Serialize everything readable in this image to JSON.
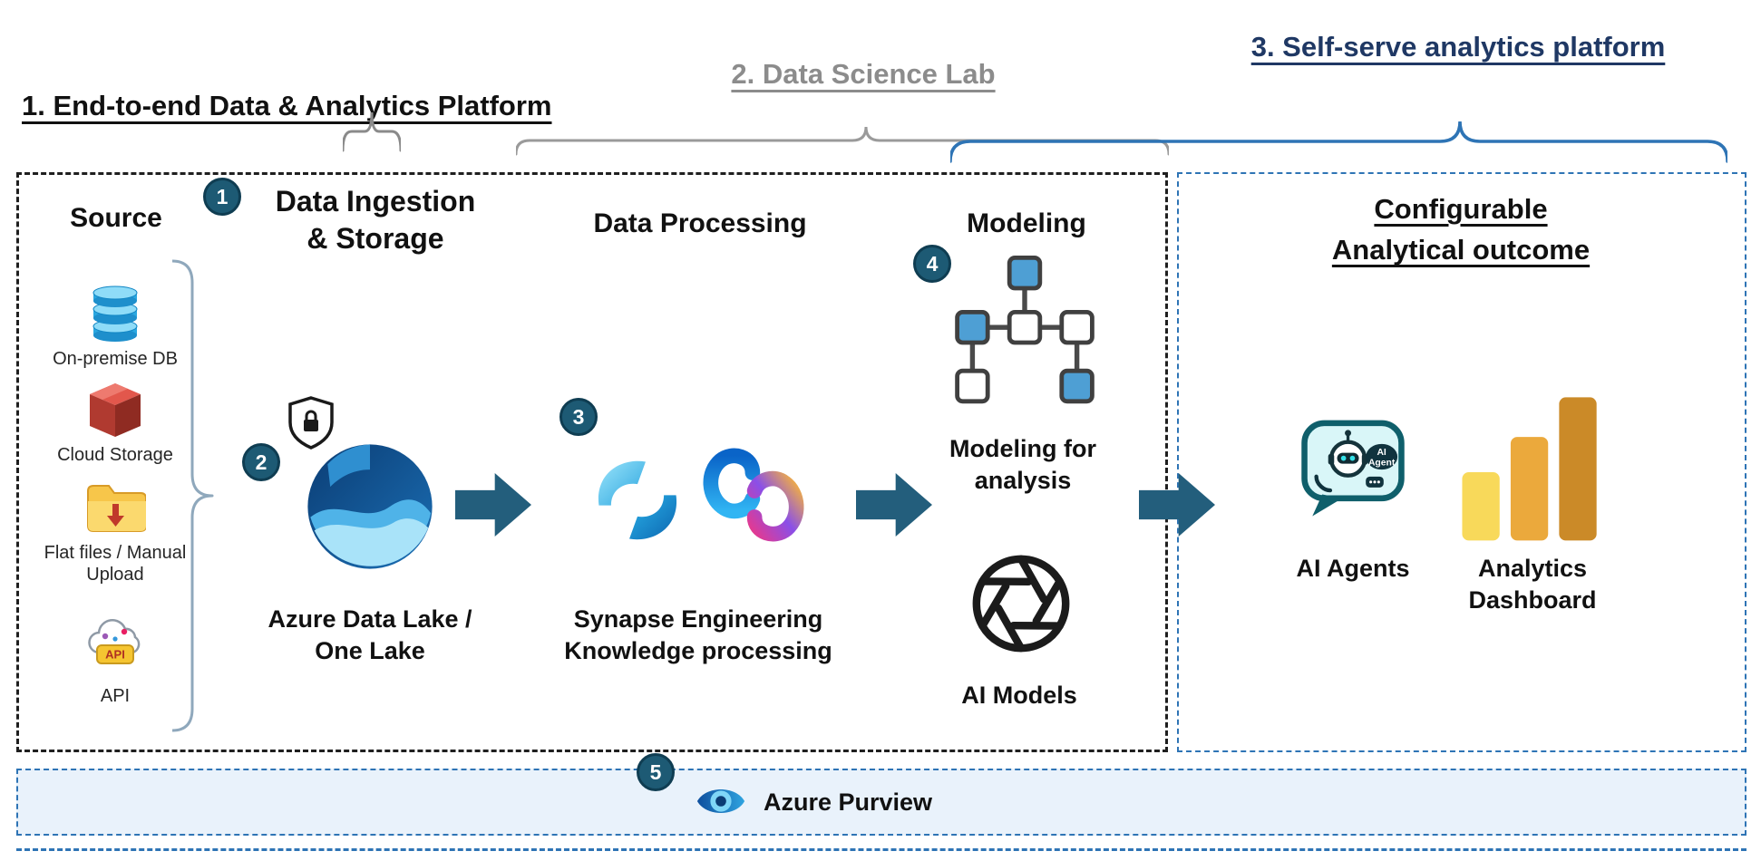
{
  "colors": {
    "arrow": "#235E7C",
    "step_badge_bg": "#1D5A74",
    "dashed_blue": "#2E74B5",
    "dashed_black": "#1F1F1F",
    "governance_band_bg": "#E9F2FB",
    "header_platform_color": "#111111",
    "header_lab_color": "#8C8C8C",
    "header_selfserve_color": "#1F3864"
  },
  "headers": {
    "platform": "1. End-to-end Data & Analytics Platform",
    "data_science_lab": "2. Data Science Lab",
    "self_serve": "3. Self-serve analytics platform"
  },
  "source": {
    "title": "Source",
    "items": [
      {
        "label": "On-premise DB",
        "icon": "database-icon"
      },
      {
        "label": "Cloud Storage",
        "icon": "cloud-storage-icon"
      },
      {
        "label": "Flat files / Manual Upload",
        "icon": "folder-download-icon"
      },
      {
        "label": "API",
        "icon": "api-cloud-icon",
        "badge": "API"
      }
    ]
  },
  "ingestion": {
    "step_badge": "1",
    "title_line1": "Data Ingestion",
    "title_line2": "& Storage",
    "security_step_badge": "2",
    "caption_line1": "Azure Data Lake /",
    "caption_line2": "One Lake"
  },
  "processing": {
    "title": "Data Processing",
    "step_badge": "3",
    "caption_line1": "Synapse Engineering",
    "caption_line2": "Knowledge processing"
  },
  "modeling": {
    "title": "Modeling",
    "step_badge": "4",
    "model_caption_line1": "Modeling for",
    "model_caption_line2": "analysis",
    "ai_models_label": "AI Models"
  },
  "outcome": {
    "title_line1": "Configurable",
    "title_line2": "Analytical outcome",
    "agents_label": "AI Agents",
    "agent_badge_line1": "AI",
    "agent_badge_line2": "Agent",
    "dashboard_label_line1": "Analytics",
    "dashboard_label_line2": "Dashboard"
  },
  "governance": {
    "step_badge": "5",
    "label": "Azure Purview"
  }
}
